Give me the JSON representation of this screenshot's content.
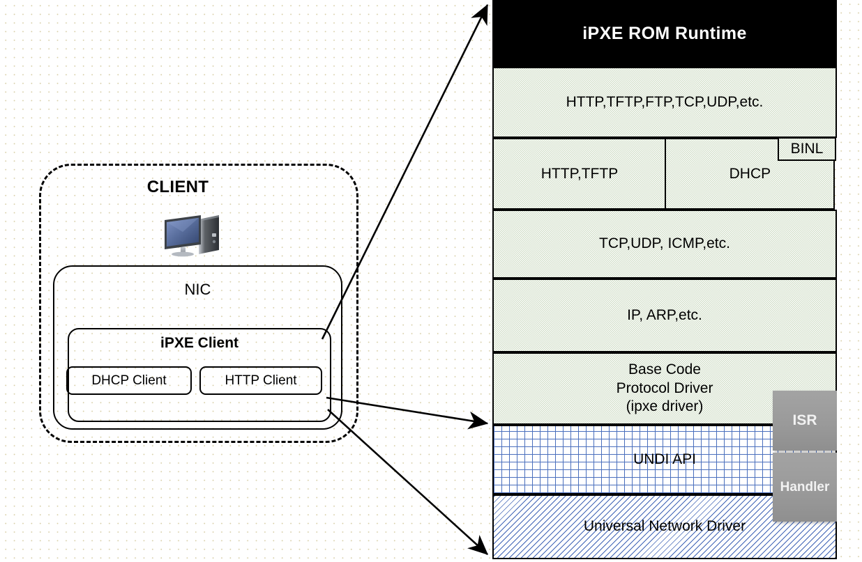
{
  "diagram": {
    "title": "iPXE ROM Runtime architecture",
    "background_color": "#ffffff",
    "accent_green": "#cfdcc6",
    "accent_blue": "#4a6fbd",
    "gray": "#9a9a9a"
  },
  "client": {
    "title": "CLIENT",
    "icon": "desktop-computer-icon",
    "nic_label": "NIC",
    "ipxe_label": "iPXE Client",
    "sub_boxes": [
      {
        "label": "DHCP Client"
      },
      {
        "label": "HTTP Client"
      }
    ]
  },
  "stack": {
    "title": "iPXE ROM Runtime",
    "rows": [
      {
        "label": "HTTP,TFTP,FTP,TCP,UDP,etc.",
        "fill": "green"
      },
      {
        "label": "TCP,UDP, ICMP,etc.",
        "fill": "green"
      },
      {
        "label": "IP, ARP,etc.",
        "fill": "green"
      },
      {
        "label": "Base Code\nProtocol Driver\n(ipxe driver)",
        "fill": "green"
      },
      {
        "label": "UNDI API",
        "fill": "blue-grid"
      },
      {
        "label": "Universal Network Driver",
        "fill": "blue-hatch"
      }
    ],
    "split_row": {
      "left": "HTTP,TFTP",
      "right": "DHCP",
      "badge": "BINL"
    },
    "base_code_line1": "Base Code",
    "base_code_line2": "Protocol Driver",
    "base_code_line3": "(ipxe driver)",
    "side_boxes": [
      {
        "label": "ISR"
      },
      {
        "label": "Handler"
      }
    ]
  },
  "arrows": [
    {
      "name": "ipxe-client-to-rom-runtime",
      "from": "iPXE Client box",
      "to": "iPXE ROM Runtime title"
    },
    {
      "name": "ipxe-client-to-undi-api",
      "from": "iPXE Client box",
      "to": "UNDI API layer"
    },
    {
      "name": "ipxe-client-to-network-driver",
      "from": "iPXE Client box",
      "to": "Universal Network Driver layer"
    }
  ]
}
